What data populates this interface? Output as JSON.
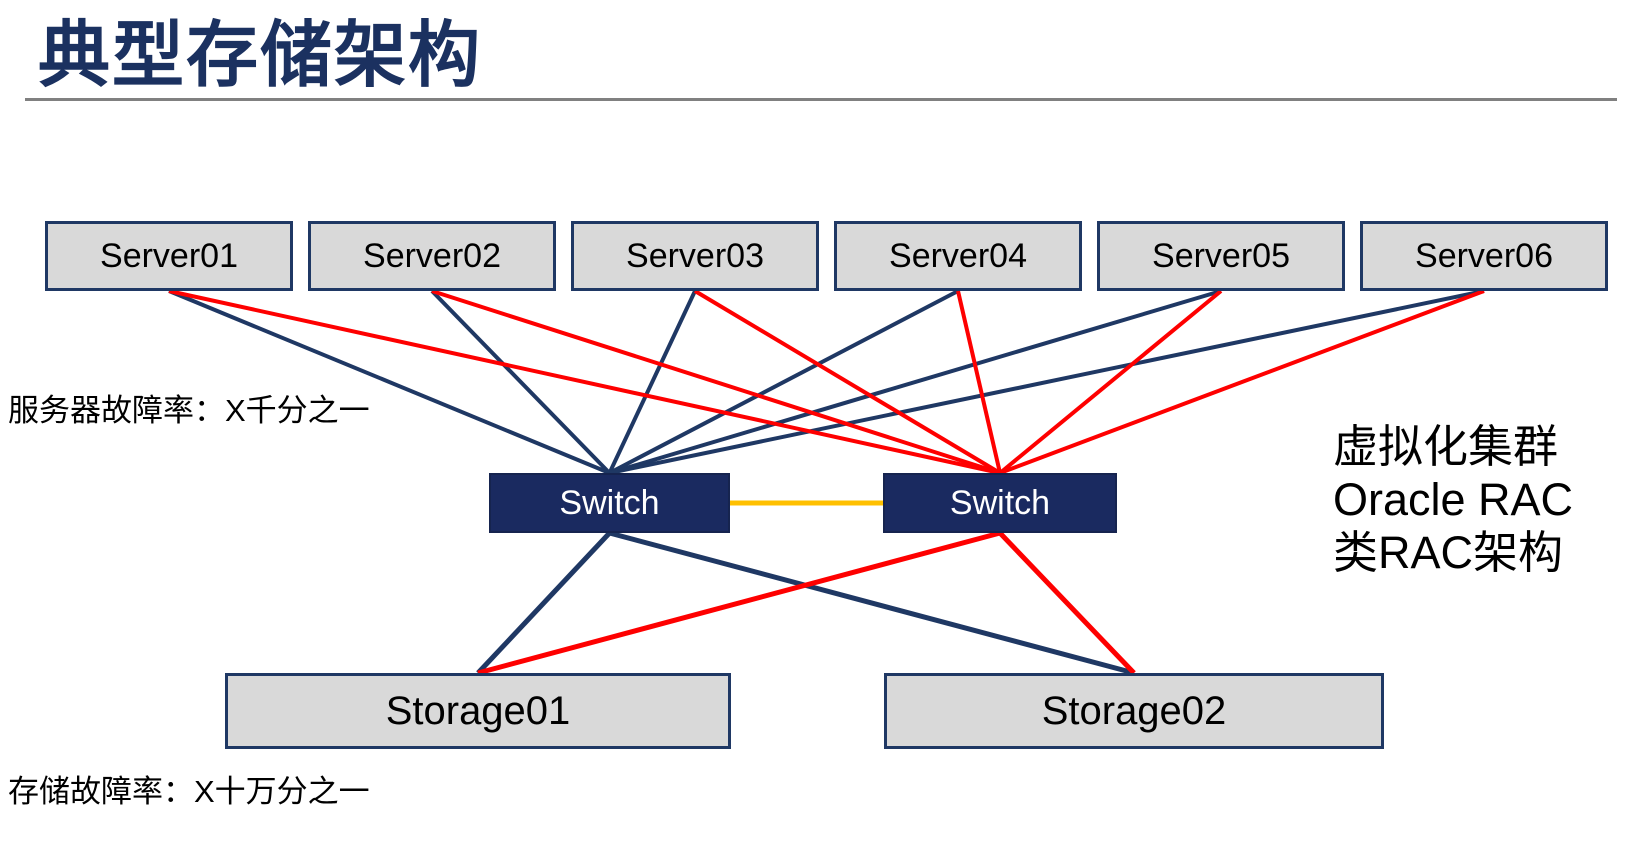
{
  "slide": {
    "title": "典型存储架构",
    "annotations": {
      "server_failure_rate": "服务器故障率：X千分之一",
      "storage_failure_rate": "存储故障率：X十万分之一",
      "cluster_note_lines": [
        "虚拟化集群",
        "Oracle RAC",
        "类RAC架构"
      ]
    }
  },
  "nodes": {
    "servers": [
      {
        "id": "server1",
        "label": "Server01"
      },
      {
        "id": "server2",
        "label": "Server02"
      },
      {
        "id": "server3",
        "label": "Server03"
      },
      {
        "id": "server4",
        "label": "Server04"
      },
      {
        "id": "server5",
        "label": "Server05"
      },
      {
        "id": "server6",
        "label": "Server06"
      }
    ],
    "switches": [
      {
        "id": "switchL",
        "label": "Switch"
      },
      {
        "id": "switchR",
        "label": "Switch"
      }
    ],
    "storages": [
      {
        "id": "storage1",
        "label": "Storage01"
      },
      {
        "id": "storage2",
        "label": "Storage02"
      }
    ]
  },
  "colors": {
    "navy": "#1F3864",
    "red": "#FE0000",
    "orange": "#FFC000",
    "title_navy": "#1B3160",
    "box_fill": "#D9D9D9",
    "switch_fill": "#1A2A60",
    "rule_gray": "#808080"
  },
  "edges": [
    {
      "from": "server1",
      "fromAnchor": "bottom",
      "to": "switchL",
      "toAnchor": "top",
      "color": "navy",
      "width": 4
    },
    {
      "from": "server2",
      "fromAnchor": "bottom",
      "to": "switchL",
      "toAnchor": "top",
      "color": "navy",
      "width": 4
    },
    {
      "from": "server3",
      "fromAnchor": "bottom",
      "to": "switchL",
      "toAnchor": "top",
      "color": "navy",
      "width": 4
    },
    {
      "from": "server4",
      "fromAnchor": "bottom",
      "to": "switchL",
      "toAnchor": "top",
      "color": "navy",
      "width": 4
    },
    {
      "from": "server5",
      "fromAnchor": "bottom",
      "to": "switchL",
      "toAnchor": "top",
      "color": "navy",
      "width": 4
    },
    {
      "from": "server6",
      "fromAnchor": "bottom",
      "to": "switchL",
      "toAnchor": "top",
      "color": "navy",
      "width": 4
    },
    {
      "from": "switchL",
      "fromAnchor": "bottom",
      "to": "storage1",
      "toAnchor": "top",
      "color": "navy",
      "width": 5
    },
    {
      "from": "switchL",
      "fromAnchor": "bottom",
      "to": "storage2",
      "toAnchor": "top",
      "color": "navy",
      "width": 5
    },
    {
      "from": "server1",
      "fromAnchor": "bottom",
      "to": "switchR",
      "toAnchor": "top",
      "color": "red",
      "width": 4
    },
    {
      "from": "server2",
      "fromAnchor": "bottom",
      "to": "switchR",
      "toAnchor": "top",
      "color": "red",
      "width": 4
    },
    {
      "from": "server3",
      "fromAnchor": "bottom",
      "to": "switchR",
      "toAnchor": "top",
      "color": "red",
      "width": 4
    },
    {
      "from": "server4",
      "fromAnchor": "bottom",
      "to": "switchR",
      "toAnchor": "top",
      "color": "red",
      "width": 4
    },
    {
      "from": "server5",
      "fromAnchor": "bottom",
      "to": "switchR",
      "toAnchor": "top",
      "color": "red",
      "width": 4
    },
    {
      "from": "server6",
      "fromAnchor": "bottom",
      "to": "switchR",
      "toAnchor": "top",
      "color": "red",
      "width": 4
    },
    {
      "from": "switchR",
      "fromAnchor": "bottom",
      "to": "storage1",
      "toAnchor": "top",
      "color": "red",
      "width": 5
    },
    {
      "from": "switchR",
      "fromAnchor": "bottom",
      "to": "storage2",
      "toAnchor": "top",
      "color": "red",
      "width": 5
    },
    {
      "from": "switchL",
      "fromAnchor": "right",
      "to": "switchR",
      "toAnchor": "left",
      "color": "orange",
      "width": 5
    }
  ]
}
